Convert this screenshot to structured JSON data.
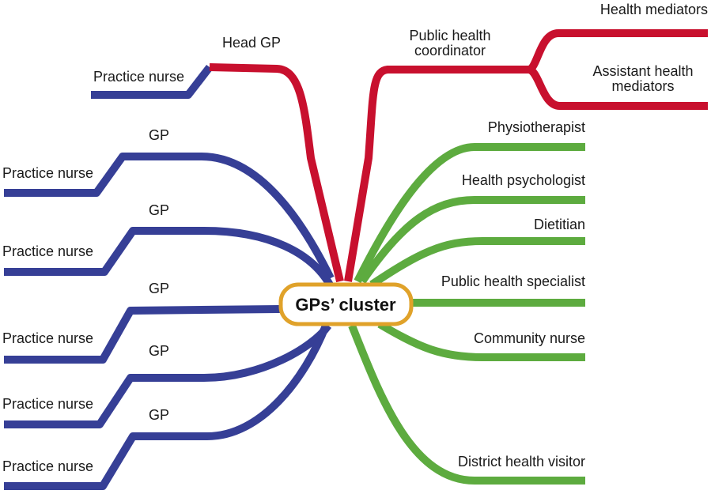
{
  "colors": {
    "gp_branch": "#363f96",
    "admin_branch": "#c8102e",
    "health_branch": "#5dab3f",
    "center_border": "#e0a22a",
    "center_fill": "#ffffff"
  },
  "center": {
    "label": "GPs’ cluster"
  },
  "red": {
    "head_gp": "Head GP",
    "coordinator_line1": "Public health",
    "coordinator_line2": "coordinator",
    "health_mediators": "Health mediators",
    "assistant_line1": "Assistant health",
    "assistant_line2": "mediators"
  },
  "blue": {
    "top_practice_nurse": "Practice nurse",
    "units": [
      {
        "gp": "GP",
        "nurse": "Practice nurse"
      },
      {
        "gp": "GP",
        "nurse": "Practice nurse"
      },
      {
        "gp": "GP",
        "nurse": "Practice nurse"
      },
      {
        "gp": "GP",
        "nurse": "Practice nurse"
      },
      {
        "gp": "GP",
        "nurse": "Practice nurse"
      }
    ]
  },
  "green": [
    "Physiotherapist",
    "Health psychologist",
    "Dietitian",
    "Public health specialist",
    "Community nurse",
    "District health visitor"
  ]
}
